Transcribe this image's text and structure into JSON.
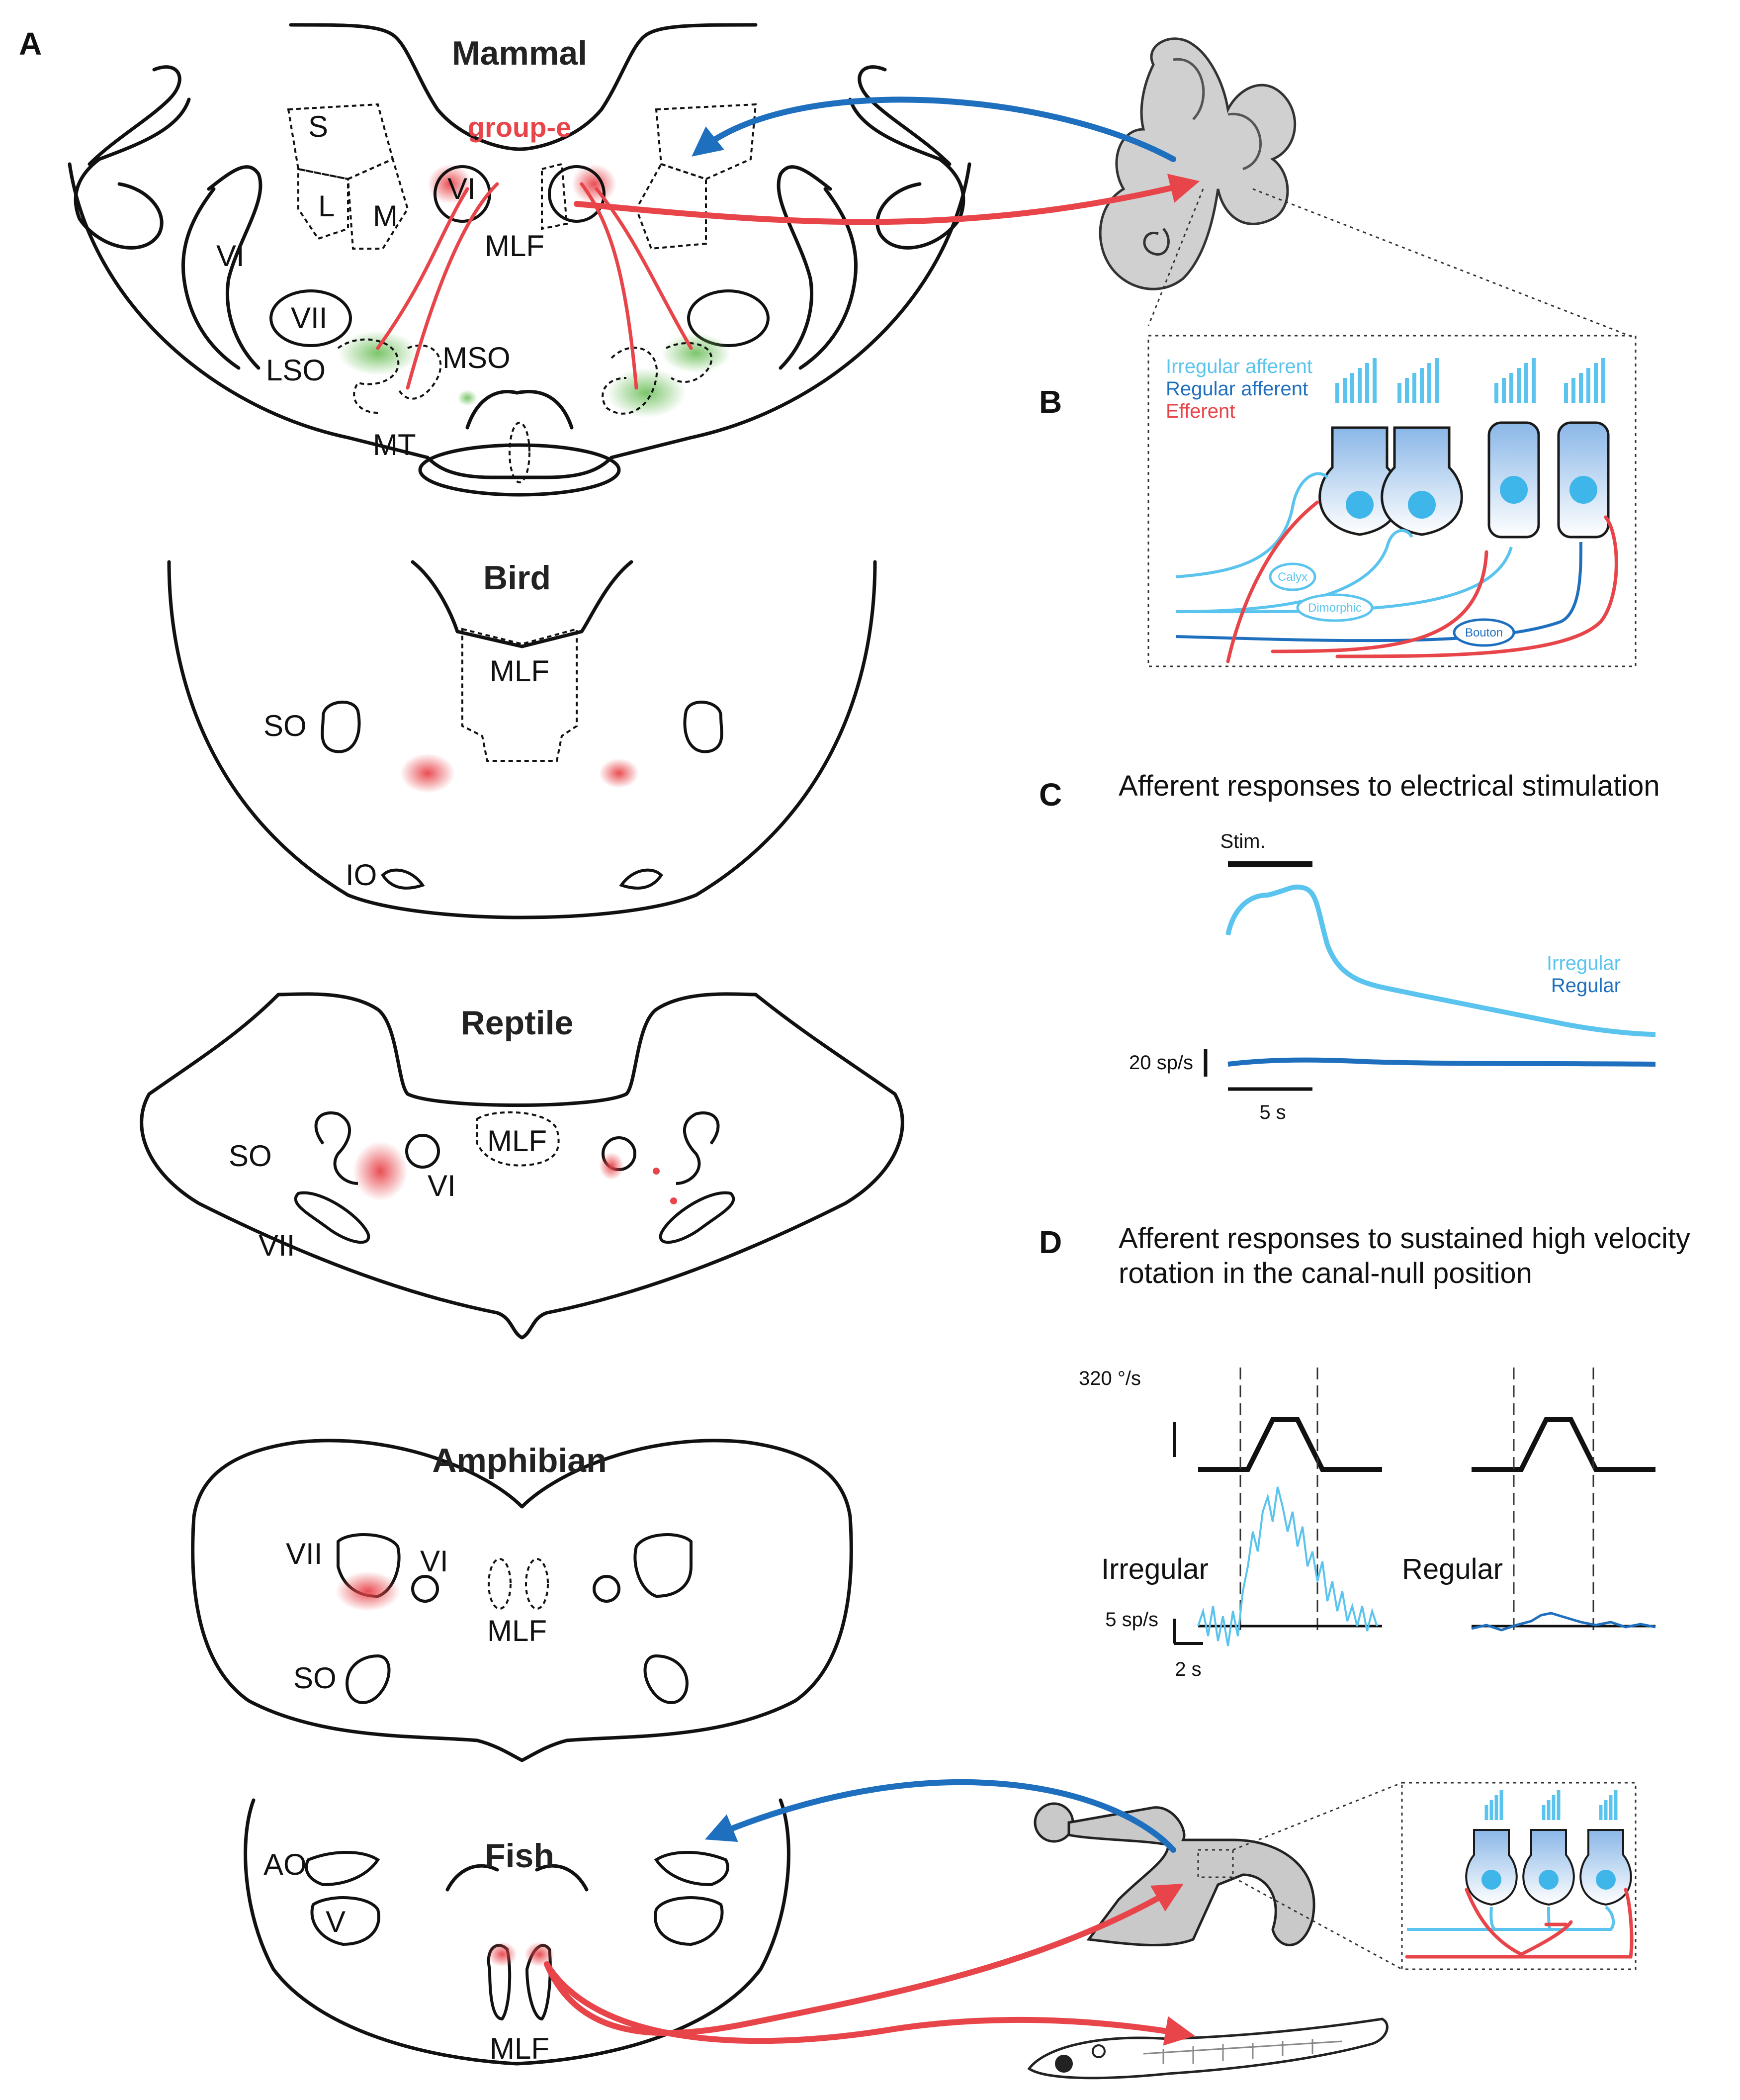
{
  "panels": {
    "a": "A",
    "b": "B",
    "c": "C",
    "d": "D"
  },
  "mammal": {
    "title": "Mammal",
    "group_e": "group-e",
    "labels": {
      "s": "S",
      "l": "L",
      "m": "M",
      "vi_inner": "VI",
      "vi_outer": "VI",
      "mlf": "MLF",
      "vii": "VII",
      "lso": "LSO",
      "mso": "MSO",
      "mt": "MT"
    }
  },
  "bird": {
    "title": "Bird",
    "labels": {
      "mlf": "MLF",
      "so": "SO",
      "io": "IO"
    }
  },
  "reptile": {
    "title": "Reptile",
    "labels": {
      "so": "SO",
      "vii": "VII",
      "vi": "VI",
      "mlf": "MLF"
    }
  },
  "amphibian": {
    "title": "Amphibian",
    "labels": {
      "vii": "VII",
      "vi": "VI",
      "so": "SO",
      "mlf": "MLF"
    }
  },
  "fish": {
    "title": "Fish",
    "labels": {
      "ao": "AO",
      "v": "V",
      "mlf": "MLF"
    }
  },
  "panel_b": {
    "legend": {
      "irregular": "Irregular afferent",
      "regular": "Regular afferent",
      "efferent": "Efferent"
    },
    "terminals": {
      "calyx": "Calyx",
      "dimorphic": "Dimorphic",
      "bouton": "Bouton"
    }
  },
  "panel_c": {
    "title": "Afferent responses to electrical stimulation",
    "stim_label": "Stim.",
    "series": {
      "irregular": "Irregular",
      "regular": "Regular"
    },
    "scale_y": "20 sp/s",
    "scale_x": "5 s"
  },
  "panel_d": {
    "title_line1": "Afferent responses to sustained high velocity",
    "title_line2": "rotation in the canal-null position",
    "velocity_scale": "320  °/s",
    "rate_scale": "5 sp/s",
    "time_scale": "2 s",
    "series": {
      "irregular": "Irregular",
      "regular": "Regular"
    }
  },
  "colors": {
    "efferent": "#e8454a",
    "irregular": "#5bc4ee",
    "regular": "#1f6fbf",
    "green": "#7cc36a"
  }
}
